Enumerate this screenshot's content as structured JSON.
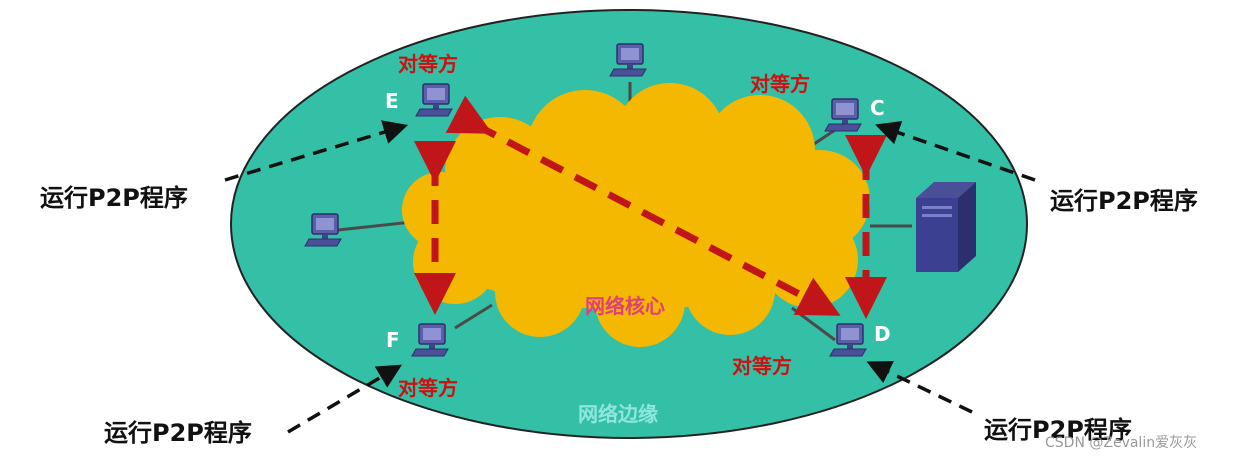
{
  "labels": {
    "run_p2p": "运行P2P程序",
    "peer": "对等方",
    "core": "网络核心",
    "edge": "网络边缘",
    "node_e": "E",
    "node_c": "C",
    "node_f": "F",
    "node_d": "D"
  },
  "watermark": "CSDN @Zevalin爱灰灰",
  "colors": {
    "edge_fill": "#33c0a6",
    "edge_stroke": "#222222",
    "core_fill": "#f5b800",
    "arrow_red": "#c0161a",
    "dashed_black": "#111111",
    "computer": "#5a5fa8"
  }
}
